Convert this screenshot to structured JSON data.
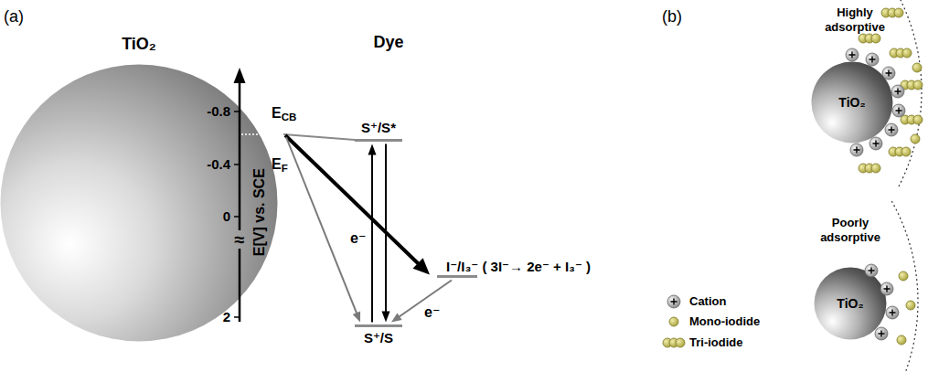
{
  "diagram": {
    "nodes": [
      {
        "text": [
          "TiO₂"
        ]
      },
      {
        "text": [
          "S⁺/S*"
        ]
      },
      {
        "text": [
          "I⁻/I₃⁻ ( 3I⁻→ 2e⁻ + I₃⁻ )"
        ]
      },
      {
        "text": [
          "S⁺/S"
        ]
      },
      {
        "text": [
          "TiO₂"
        ]
      },
      {
        "text": [
          "TiO₂"
        ]
      }
    ],
    "edges": [
      {
        "from": 0,
        "to": 1,
        "arrow": "none"
      },
      {
        "from": 0,
        "to": 2,
        "arrow": "to",
        "label": "e⁻"
      },
      {
        "from": 0,
        "to": 3,
        "arrow": "to"
      },
      {
        "from": 2,
        "to": 3,
        "arrow": "to",
        "label": "e⁻"
      },
      {
        "from": 3,
        "to": 1,
        "arrow": "to"
      },
      {
        "from": 1,
        "to": 3,
        "arrow": "to"
      }
    ],
    "labels": [
      "(a)",
      "Dye",
      "E[V] vs. SCE",
      "-0.8",
      "-0.4",
      "0",
      "≈",
      "2",
      "ECB",
      "EF",
      "(b)",
      "Highly adsorptive",
      "Poorly adsorptive"
    ],
    "legend": [
      {
        "text": "Cation"
      },
      {
        "text": "Mono-iodide"
      },
      {
        "text": "Tri-iodide"
      }
    ]
  }
}
